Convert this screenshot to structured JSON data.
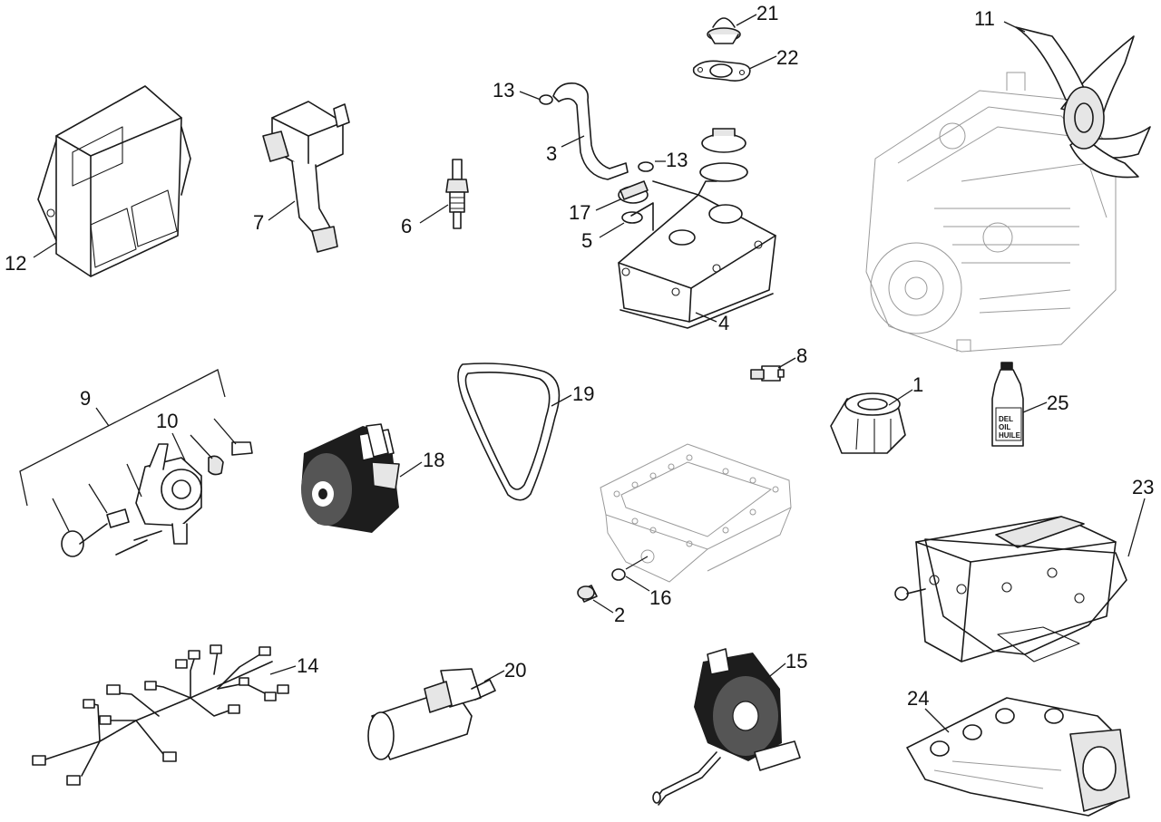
{
  "callouts": {
    "c1": "1",
    "c2": "2",
    "c3": "3",
    "c4": "4",
    "c5": "5",
    "c6": "6",
    "c7": "7",
    "c8": "8",
    "c9": "9",
    "c10": "10",
    "c11": "11",
    "c12": "12",
    "c13a": "13",
    "c13b": "13",
    "c14": "14",
    "c15": "15",
    "c16": "16",
    "c17": "17",
    "c18": "18",
    "c19": "19",
    "c20": "20",
    "c21": "21",
    "c22": "22",
    "c23": "23",
    "c24": "24",
    "c25": "25"
  },
  "oil_bottle": {
    "line1": "DEL",
    "line2": "OIL",
    "line3": "HUILE"
  }
}
